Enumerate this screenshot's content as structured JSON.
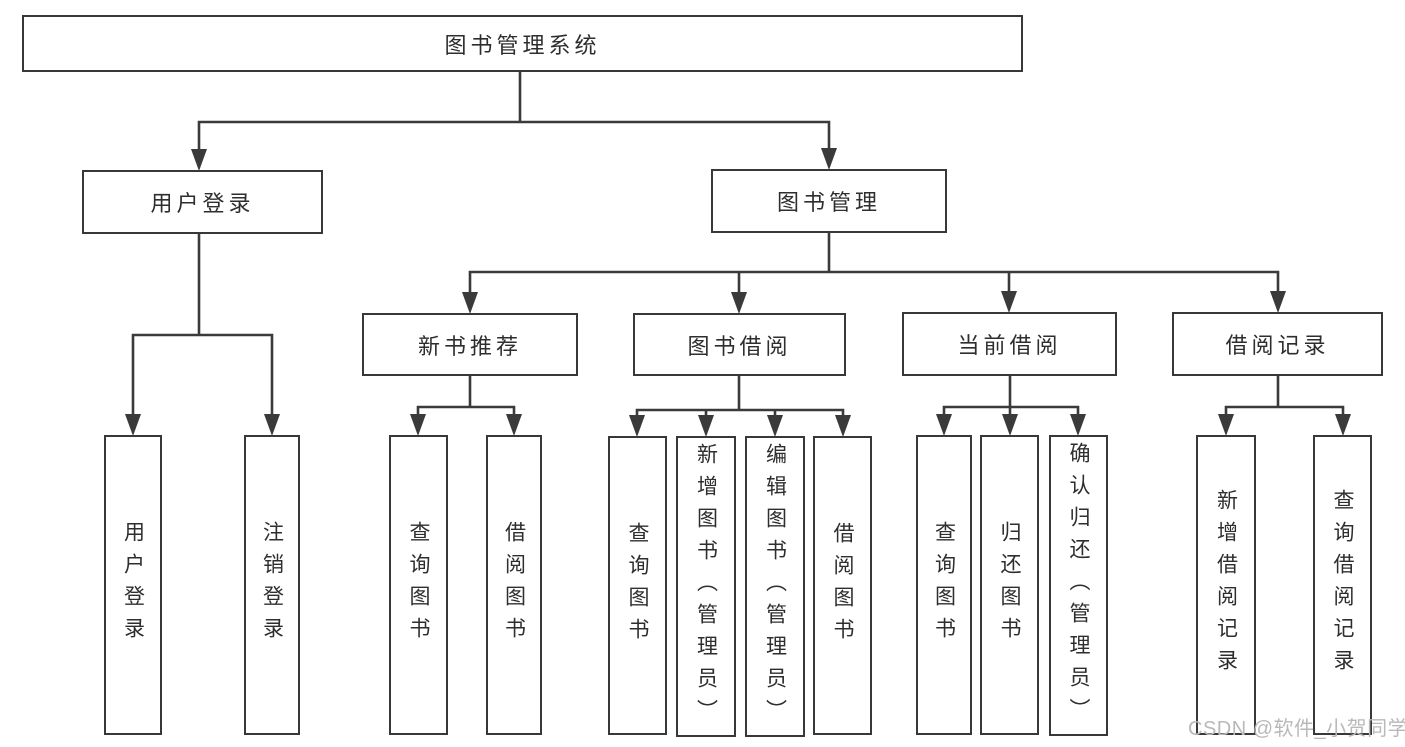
{
  "diagram": {
    "title": "图书管理系统",
    "nodes": {
      "root": "图书管理系统",
      "user_login": "用户登录",
      "book_management": "图书管理",
      "new_book_recommend": "新书推荐",
      "book_borrowing": "图书借阅",
      "current_borrowing": "当前借阅",
      "borrowing_records": "借阅记录",
      "ul_user_login": "用户登录",
      "ul_logout": "注销登录",
      "nr_query_books": "查询图书",
      "nr_borrow_books": "借阅图书",
      "bb_query_books": "查询图书",
      "bb_add_books_admin": "新增图书（管理员）",
      "bb_edit_books_admin": "编辑图书（管理员）",
      "bb_borrow_books": "借阅图书",
      "cb_query_books": "查询图书",
      "cb_return_books": "归还图书",
      "cb_confirm_return_admin": "确认归还（管理员）",
      "br_add_record": "新增借阅记录",
      "br_query_record": "查询借阅记录"
    },
    "structure": [
      {
        "parent": "图书管理系统",
        "children": [
          "用户登录",
          "图书管理"
        ]
      },
      {
        "parent": "用户登录",
        "children": [
          "用户登录",
          "注销登录"
        ]
      },
      {
        "parent": "图书管理",
        "children": [
          "新书推荐",
          "图书借阅",
          "当前借阅",
          "借阅记录"
        ]
      },
      {
        "parent": "新书推荐",
        "children": [
          "查询图书",
          "借阅图书"
        ]
      },
      {
        "parent": "图书借阅",
        "children": [
          "查询图书",
          "新增图书（管理员）",
          "编辑图书（管理员）",
          "借阅图书"
        ]
      },
      {
        "parent": "当前借阅",
        "children": [
          "查询图书",
          "归还图书",
          "确认归还（管理员）"
        ]
      },
      {
        "parent": "借阅记录",
        "children": [
          "新增借阅记录",
          "查询借阅记录"
        ]
      }
    ]
  },
  "watermark": {
    "text": "CSDN @软件_小贺同学"
  },
  "colors": {
    "line": "#3a3a3a",
    "box_border": "#383838",
    "text": "#2e2e2e",
    "background": "#ffffff",
    "watermark": "#b9b9b9"
  }
}
